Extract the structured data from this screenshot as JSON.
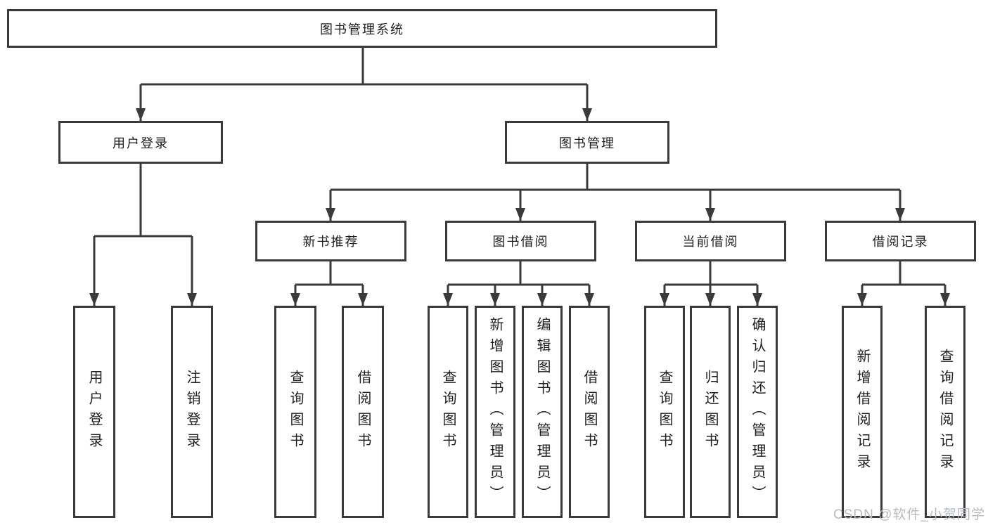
{
  "diagram": {
    "root": "图书管理系统",
    "branches": [
      {
        "label": "用户登录",
        "children": [
          "用户登录",
          "注销登录"
        ]
      },
      {
        "label": "图书管理",
        "children": [
          {
            "label": "新书推荐",
            "children": [
              "查询图书",
              "借阅图书"
            ]
          },
          {
            "label": "图书借阅",
            "children": [
              "查询图书",
              "新增图书（管理员）",
              "编辑图书（管理员）",
              "借阅图书"
            ]
          },
          {
            "label": "当前借阅",
            "children": [
              "查询图书",
              "归还图书",
              "确认归还（管理员）"
            ]
          },
          {
            "label": "借阅记录",
            "children": [
              "新增借阅记录",
              "查询借阅记录"
            ]
          }
        ]
      }
    ]
  },
  "watermark": {
    "text": "CSDN @软件_小贺同学",
    "color": "#b7bbc2"
  },
  "colors": {
    "line": "#3a3a3a",
    "text": "#1f1f1f",
    "background": "#ffffff"
  }
}
